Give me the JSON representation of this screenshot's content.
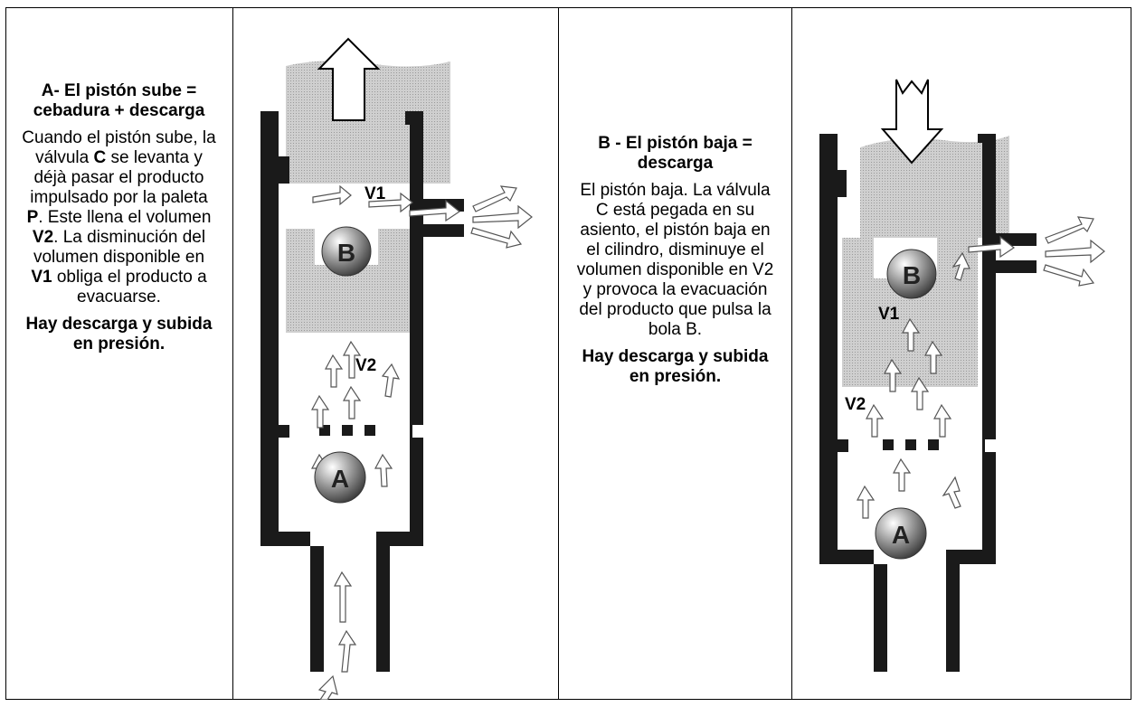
{
  "col_a": {
    "title": "A- El pistón sube = cebadura + descarga",
    "body": [
      {
        "t": "Cuando el pistón sube, la válvula ",
        "b": false
      },
      {
        "t": "C",
        "b": true
      },
      {
        "t": " se levanta y déjà pasar el producto impulsado por la paleta ",
        "b": false
      },
      {
        "t": "P",
        "b": true
      },
      {
        "t": ". Este llena el volumen ",
        "b": false
      },
      {
        "t": "V2",
        "b": true
      },
      {
        "t": ". La disminución del volumen disponible en ",
        "b": false
      },
      {
        "t": "V1",
        "b": true
      },
      {
        "t": " obliga el producto a evacuarse.",
        "b": false
      }
    ],
    "conclusion": "Hay descarga y subida en presión."
  },
  "col_b": {
    "title": "B - El pistón baja = descarga",
    "body": "El pistón baja. La válvula C está pegada en su asiento, el pistón baja en el cilindro, disminuye el volumen disponible en V2 y provoca la evacuación del producto que pulsa la bola B.",
    "conclusion": "Hay descarga y subida en presión."
  },
  "diagram_a": {
    "labels": {
      "v1": "V1",
      "v2": "V2",
      "ball_b": "B",
      "ball_a": "A"
    }
  },
  "diagram_b": {
    "labels": {
      "v1": "V1",
      "v2": "V2",
      "ball_b": "B",
      "ball_a": "A"
    }
  },
  "colors": {
    "border": "#000000",
    "piston": "#c9c9c9",
    "wall": "#1a1a1a"
  }
}
